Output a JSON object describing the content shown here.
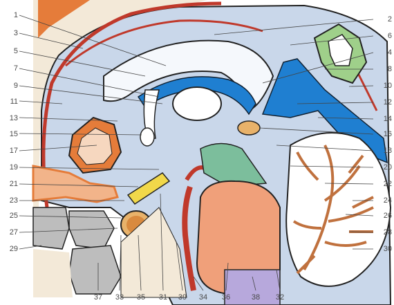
{
  "labels": {
    "left": [
      "1",
      "3",
      "5",
      "7",
      "9",
      "11",
      "13",
      "15",
      "17",
      "19",
      "21",
      "23",
      "25",
      "27",
      "29"
    ],
    "right": [
      "2",
      "6",
      "4",
      "8",
      "10",
      "12",
      "14",
      "16",
      "18",
      "20",
      "22",
      "24",
      "26",
      "28",
      "30"
    ],
    "bottom": [
      "37",
      "33",
      "35",
      "31",
      "39",
      "34",
      "36",
      "38",
      "32"
    ]
  },
  "colors": {
    "background_brain": "#c9d7ea",
    "ventricle": "#1f7fd1",
    "sinus_vessels": "#c0392b",
    "bone_orange": "#e57c3a",
    "fat_gray": "#bdbdbd",
    "cerebellum_orange": "#d98a5e",
    "nucleus_green": "#7cbe9c",
    "pons_salmon": "#f0a07a",
    "pituitary": "#e8b26a",
    "outline": "#222222"
  }
}
